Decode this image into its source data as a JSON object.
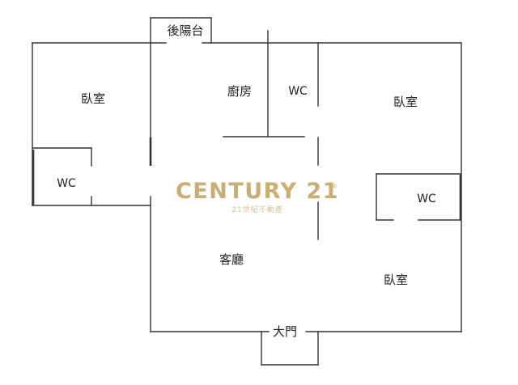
{
  "rooms": {
    "bedroom_top_left": "臥室",
    "wc_left": "WC",
    "back_balcony": "後陽台",
    "kitchen": "廚房",
    "wc_center": "WC",
    "bedroom_top_right": "臥室",
    "wc_right": "WC",
    "living_room": "客廳",
    "bedroom_bottom_right": "臥室",
    "main_door": "大門"
  },
  "watermark": {
    "brand": "CENTURY 21",
    "registered": "®",
    "subtitle": "21世紀不動產",
    "gold": "#c9ad72",
    "gold_light": "#d6bf8e"
  },
  "colors": {
    "wall": "#333333",
    "background": "#ffffff"
  }
}
